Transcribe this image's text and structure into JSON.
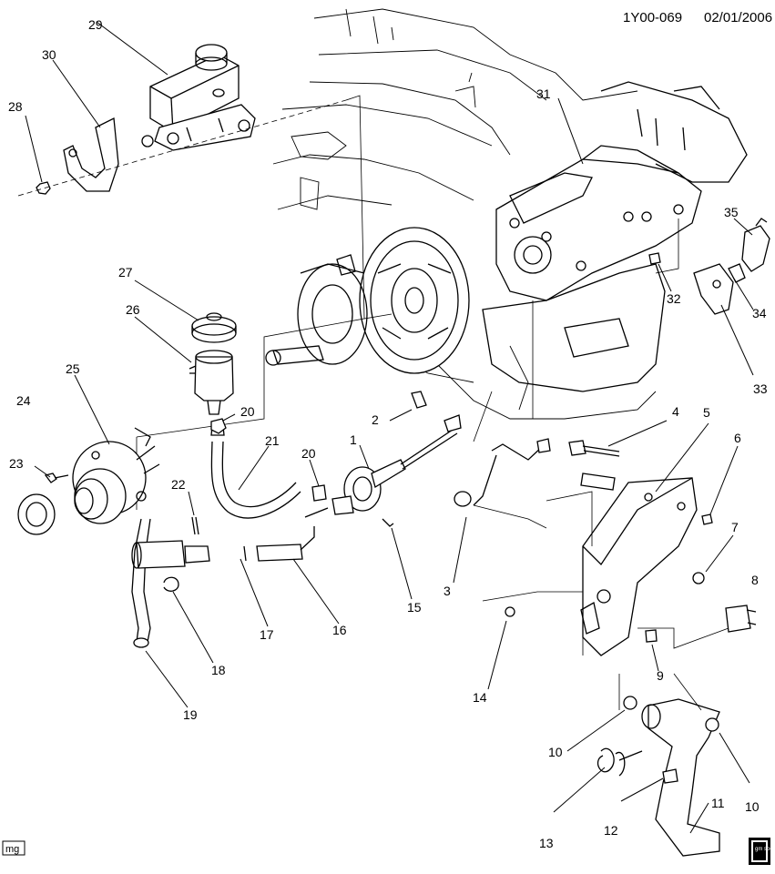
{
  "header": {
    "code": "1Y00-069",
    "date": "02/01/2006"
  },
  "stamp_left": "mg",
  "stamp_right_logo": "gm spo",
  "callouts": {
    "c1": "1",
    "c2": "2",
    "c3": "3",
    "c4": "4",
    "c5": "5",
    "c6": "6",
    "c7": "7",
    "c8": "8",
    "c9": "9",
    "c10a": "10",
    "c10b": "10",
    "c11": "11",
    "c12": "12",
    "c13": "13",
    "c14": "14",
    "c15": "15",
    "c16": "16",
    "c17": "17",
    "c18": "18",
    "c19": "19",
    "c20a": "20",
    "c20b": "20",
    "c21": "21",
    "c22": "22",
    "c23": "23",
    "c24": "24",
    "c25": "25",
    "c26": "26",
    "c27": "27",
    "c28": "28",
    "c29": "29",
    "c30": "30",
    "c31": "31",
    "c32": "32",
    "c33": "33",
    "c34": "34",
    "c35": "35"
  },
  "icons": {
    "master_cylinder": "master-cylinder-icon",
    "reservoir": "reservoir-icon",
    "brake_booster": "brake-booster-icon",
    "pedal_bracket": "pedal-bracket-icon",
    "clutch_pedal": "clutch-pedal-icon",
    "release_bearing": "release-bearing-icon"
  }
}
